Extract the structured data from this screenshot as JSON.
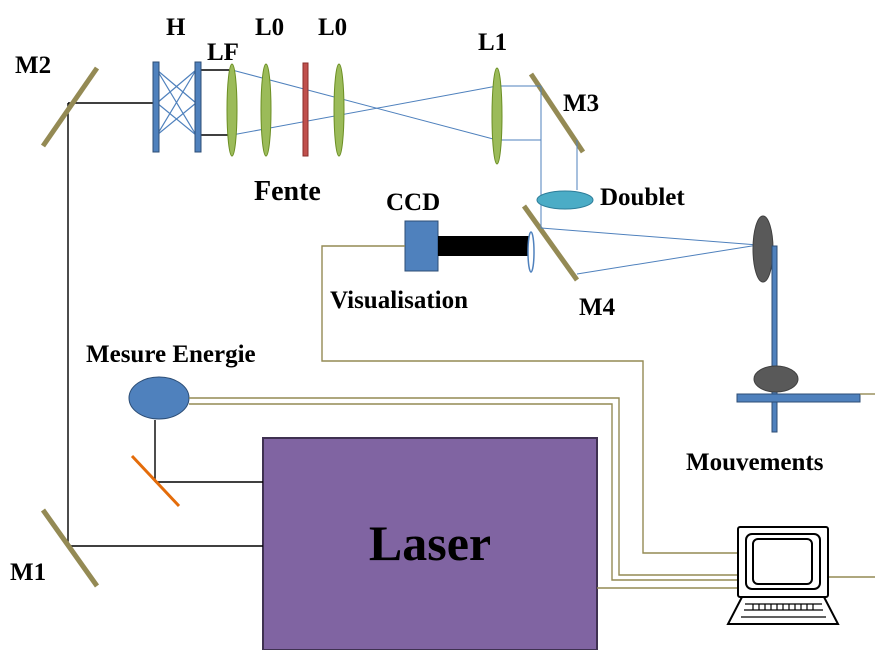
{
  "labels": {
    "h": "H",
    "lf": "LF",
    "l0_a": "L0",
    "l0_b": "L0",
    "l1": "L1",
    "m1": "M1",
    "m2": "M2",
    "m3": "M3",
    "m4": "M4",
    "fente": "Fente",
    "ccd": "CCD",
    "doublet": "Doublet",
    "visualisation": "Visualisation",
    "mesure_energie": "Mesure Energie",
    "mouvements": "Mouvements",
    "laser": "Laser"
  },
  "colors": {
    "mirror": "#948A54",
    "beam": "#000000",
    "ray": "#4F81BD",
    "cable": "#948A54",
    "laser_fill": "#8064A2",
    "laser_border": "#3F3151",
    "lens_green": "#9BBB59",
    "lens_green_border": "#6B8E23",
    "homogenizer": "#4F81BD",
    "slit": "#C0504D",
    "doublet_fill": "#4BACC6",
    "stage": "#4F81BD",
    "camera": "#4F81BD",
    "dark_disk": "#595959",
    "sampler": "#E46C0A"
  },
  "icons": {
    "computer": "computer-icon"
  }
}
